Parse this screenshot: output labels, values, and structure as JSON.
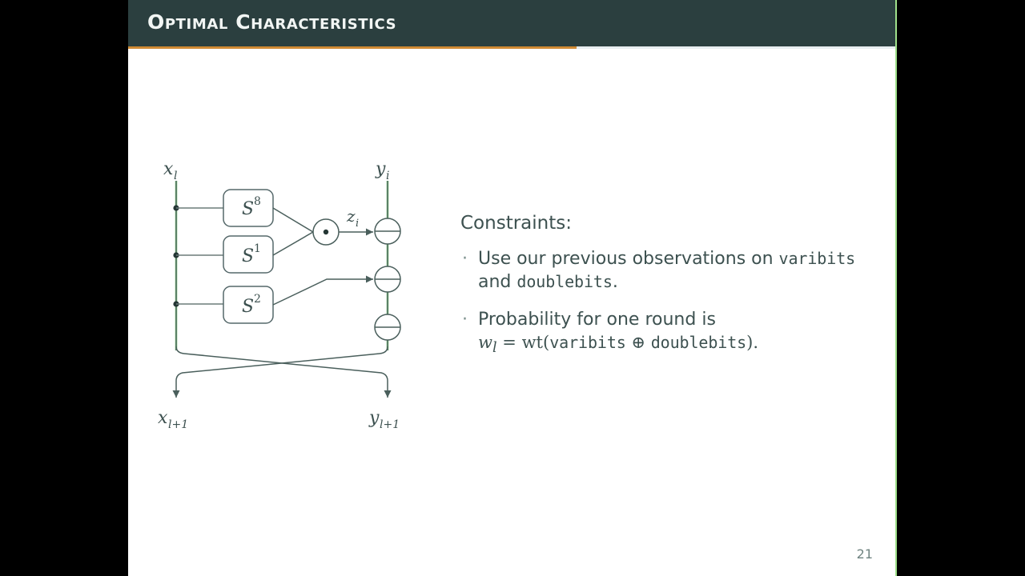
{
  "slide": {
    "header": {
      "title": "Optimal Characteristics"
    },
    "page_number": "21",
    "colors": {
      "header_bg": "#2b3f3f",
      "accent_rule": "#d08a34",
      "secondary_rule": "#e8eef0",
      "body_text": "#3d5150",
      "diagram_line": "#4a5f5c",
      "diagram_highlight": "#7cc47c",
      "slide_bg": "#ffffff",
      "letterbox": "#000000"
    },
    "content": {
      "heading": "Constraints:",
      "bullets": [
        {
          "marker": "·",
          "parts": [
            {
              "kind": "text",
              "value": "Use our previous observations on "
            },
            {
              "kind": "mono",
              "value": "varibits"
            },
            {
              "kind": "text",
              "value": " and "
            },
            {
              "kind": "mono",
              "value": "doublebits"
            },
            {
              "kind": "text",
              "value": "."
            }
          ],
          "plain": "Use our previous observations on varibits and doublebits."
        },
        {
          "marker": "·",
          "parts": [
            {
              "kind": "text",
              "value": "Probability for one round is"
            },
            {
              "kind": "formula",
              "value": "w_l = wt(varibits ⊕ doublebits)."
            }
          ],
          "plain": "Probability for one round is w_l = wt(varibits ⊕ doublebits)."
        }
      ],
      "formula": {
        "lhs_var": "w",
        "lhs_sub": "l",
        "equals": "=",
        "func": "wt(",
        "arg1": "varibits",
        "op": "⊕",
        "arg2": "doublebits",
        "close": ")."
      }
    },
    "diagram": {
      "title": "round-function-datapath",
      "labels": {
        "top_left": {
          "base": "x",
          "sub": "l"
        },
        "top_right": {
          "base": "y",
          "sub": "i"
        },
        "bottom_left": {
          "base": "x",
          "sub": "l+1"
        },
        "bottom_right": {
          "base": "y",
          "sub": "l+1"
        },
        "intermediate": {
          "base": "z",
          "sub": "i"
        }
      },
      "sboxes": [
        {
          "base": "S",
          "exp": "8"
        },
        {
          "base": "S",
          "exp": "1"
        },
        {
          "base": "S",
          "exp": "2"
        }
      ],
      "operators": {
        "and_dot": "⊙",
        "xor": "⊕"
      },
      "xor_count": 3,
      "tap_count": 3
    }
  }
}
